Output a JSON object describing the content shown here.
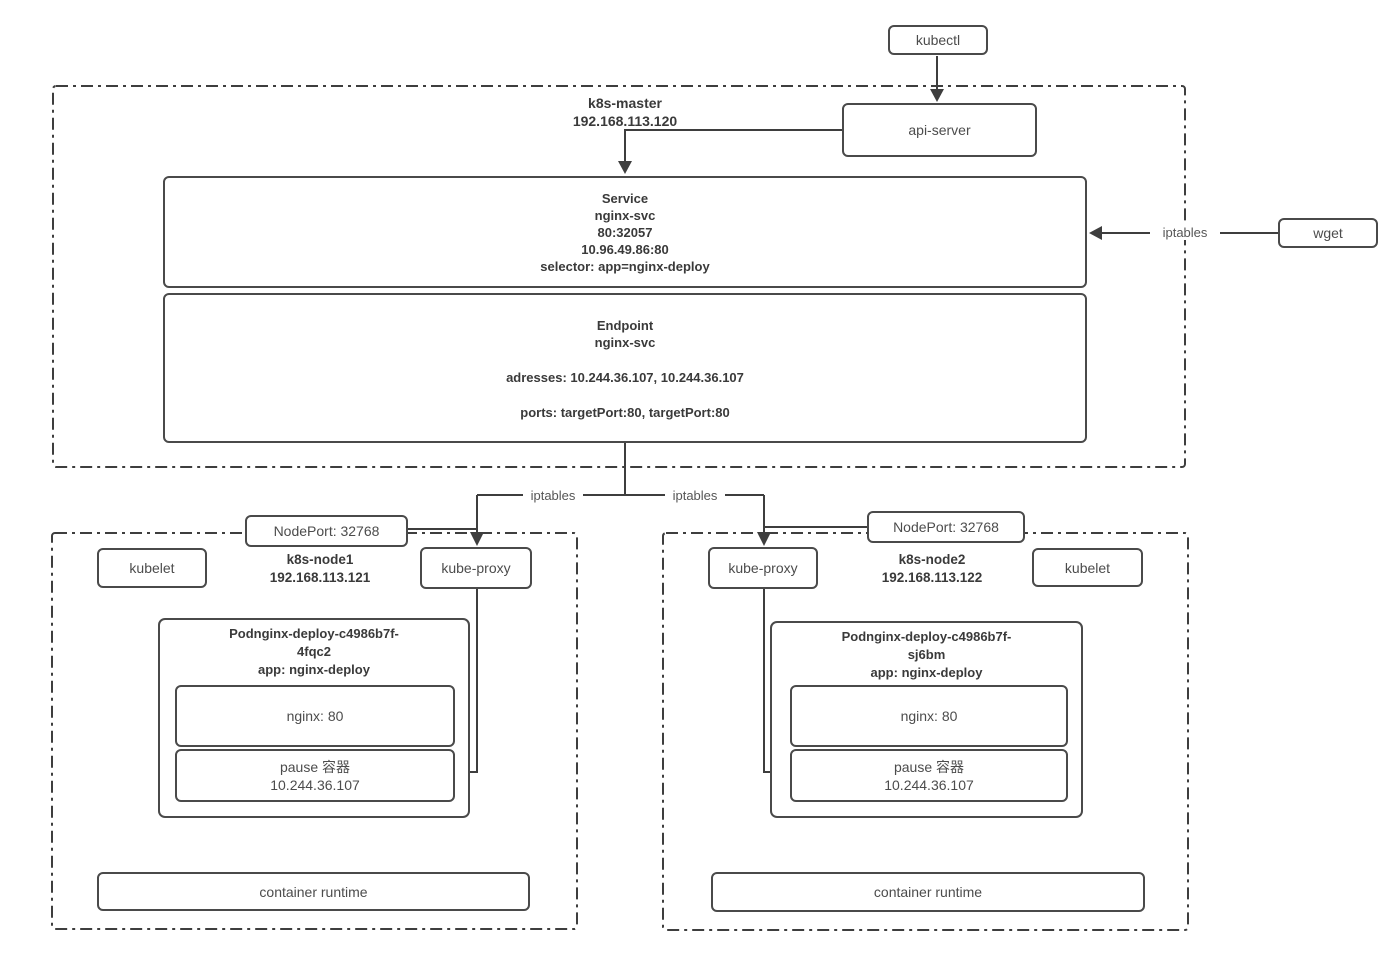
{
  "colors": {
    "line": "#3e3e3e",
    "border": "#4a4a4a",
    "text": "#3f3f3f",
    "background": "#ffffff"
  },
  "external": {
    "kubectl_label": "kubectl",
    "wget_label": "wget",
    "iptables_wget_label": "iptables",
    "iptables_left_label": "iptables",
    "iptables_right_label": "iptables"
  },
  "master": {
    "name": "k8s-master",
    "ip": "192.168.113.120",
    "api_server_label": "api-server",
    "service": {
      "line1": "Service",
      "line2": "nginx-svc",
      "line3": "80:32057",
      "line4": "10.96.49.86:80",
      "line5": "selector: app=nginx-deploy"
    },
    "endpoint": {
      "line1": "Endpoint",
      "line2": "nginx-svc",
      "addresses": "adresses: 10.244.36.107, 10.244.36.107",
      "ports": "ports: targetPort:80, targetPort:80"
    }
  },
  "node1": {
    "nodeport_label": "NodePort: 32768",
    "name": "k8s-node1",
    "ip": "192.168.113.121",
    "kubelet_label": "kubelet",
    "kube_proxy_label": "kube-proxy",
    "pod": {
      "title_line1": "Podnginx-deploy-c4986b7f-",
      "title_line2": "4fqc2",
      "title_line3": "app: nginx-deploy",
      "nginx_label": "nginx: 80",
      "pause_label": "pause 容器",
      "pause_ip": "10.244.36.107"
    },
    "container_runtime_label": "container runtime"
  },
  "node2": {
    "nodeport_label": "NodePort: 32768",
    "name": "k8s-node2",
    "ip": "192.168.113.122",
    "kubelet_label": "kubelet",
    "kube_proxy_label": "kube-proxy",
    "pod": {
      "title_line1": "Podnginx-deploy-c4986b7f-",
      "title_line2": "sj6bm",
      "title_line3": "app: nginx-deploy",
      "nginx_label": "nginx: 80",
      "pause_label": "pause 容器",
      "pause_ip": "10.244.36.107"
    },
    "container_runtime_label": "container runtime"
  }
}
